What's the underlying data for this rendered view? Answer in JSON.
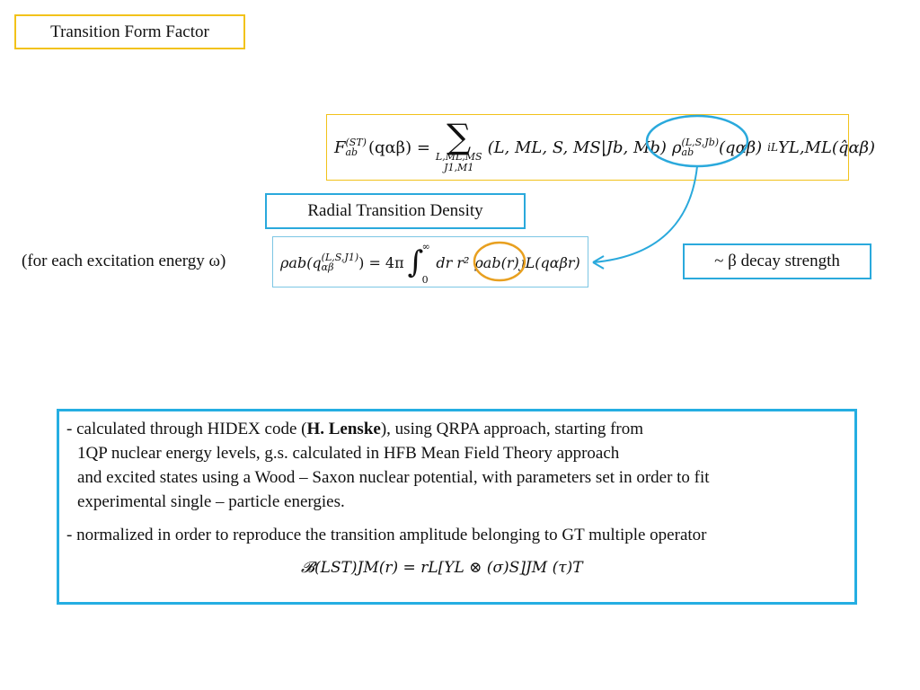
{
  "title": "Transition Form Factor",
  "labels": {
    "radial_density": "Radial Transition Density",
    "beta_strength": "~  β decay strength",
    "excitation_note": "(for each excitation energy ω)"
  },
  "formulas": {
    "form_factor": {
      "lhs": "F",
      "lhs_sup": "(ST)",
      "lhs_sub": "ab",
      "arg": "(qαβ) =",
      "sum_limits_1": "L,ML,MS",
      "sum_limits_2": "J1,M1",
      "clebsch": "(L, ML, S, MS|Jb, Mb)",
      "rho": "ρ",
      "rho_sup": "(L,S,Jb)",
      "rho_sub": "ab",
      "rho_arg": "(qαβ)",
      "i_pow": "iL",
      "harmonic": "YL,ML(q̂αβ)"
    },
    "radial_density": {
      "lhs": "ρab(q",
      "lhs_sup": "(L,S,J1)",
      "lhs_sub": "αβ",
      "lhs_close": ") = 4π",
      "int_hi": "∞",
      "int_lo": "0",
      "integrand_1": "dr r²",
      "integrand_rho": "ρab(r)",
      "integrand_2": "jL(qαβr)"
    },
    "operator": {
      "text": "𝓑(LST)JM(r) = rL[YL ⊗ (σ)S]JM (τ)T"
    }
  },
  "notes": {
    "line1_pre": "- calculated through HIDEX code  (",
    "line1_bold": "H. Lenske",
    "line1_post": "), using QRPA  approach, starting from",
    "line2": "1QP nuclear energy levels, g.s. calculated in HFB Mean Field Theory approach",
    "line3": "and excited states using a Wood – Saxon nuclear potential, with parameters set in order to fit",
    "line4": "experimental single – particle energies.",
    "line5": "- normalized in order to reproduce the transition amplitude belonging to GT multiple operator"
  },
  "colors": {
    "yellow_border": "#f2c21a",
    "blue_border": "#25aee2",
    "blue_circle": "#2aa9dc",
    "orange_circle": "#e8a020"
  }
}
